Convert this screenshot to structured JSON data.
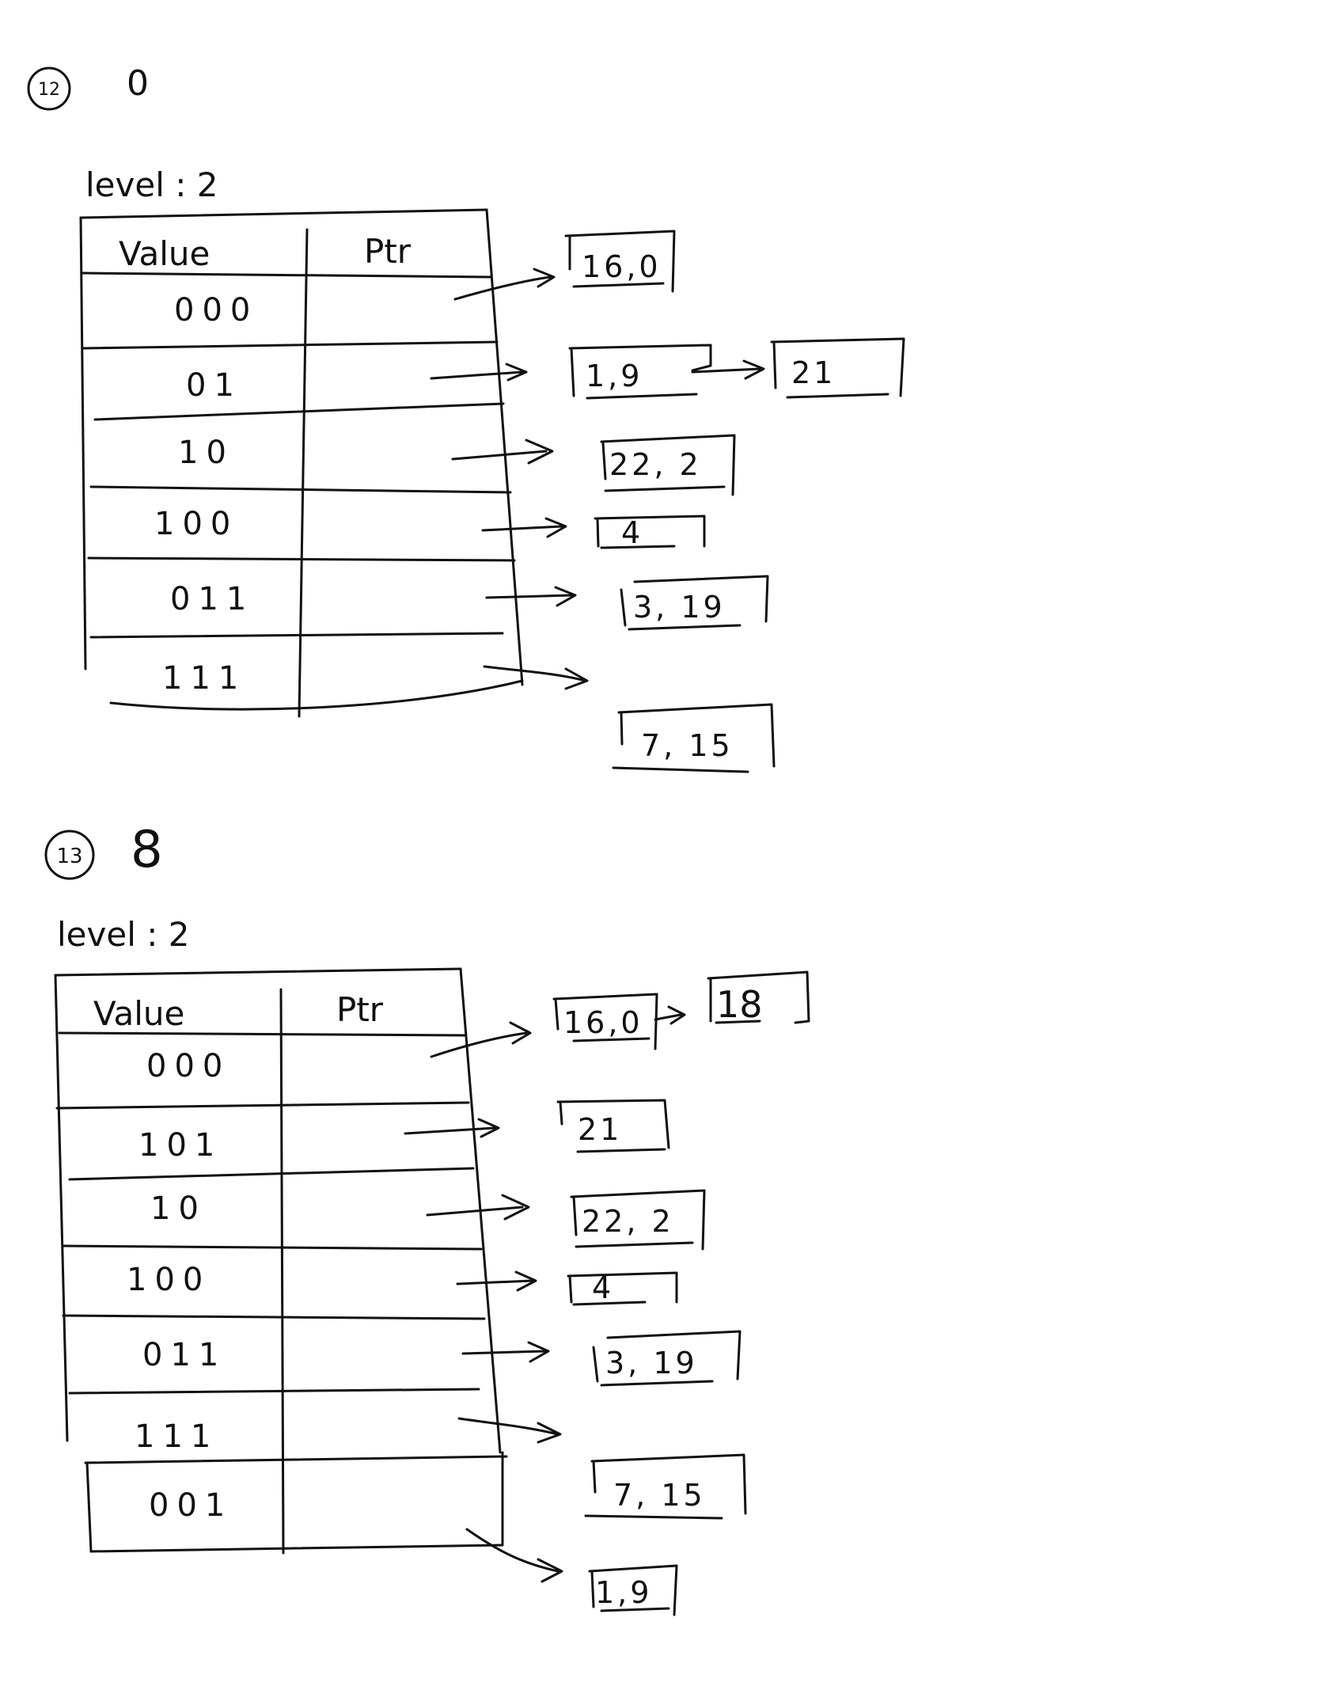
{
  "figure_a": {
    "step_number": "12",
    "step_value": "0",
    "level_label": "level : 2",
    "header_value": "Value",
    "header_ptr": "Ptr",
    "rows": [
      "000",
      "01",
      "10",
      "100",
      "011",
      "111"
    ],
    "buckets": [
      "16,0",
      "1,9",
      "21",
      "22, 2",
      "4",
      "3, 19",
      "7, 15"
    ]
  },
  "figure_b": {
    "step_number": "13",
    "step_value": "8",
    "level_label": "level : 2",
    "header_value": "Value",
    "header_ptr": "Ptr",
    "rows": [
      "000",
      "101",
      "10",
      "100",
      "011",
      "111",
      "001"
    ],
    "buckets": [
      "16,0",
      "18",
      "21",
      "22, 2",
      "4",
      "3, 19",
      "7, 15",
      "1,9"
    ]
  }
}
